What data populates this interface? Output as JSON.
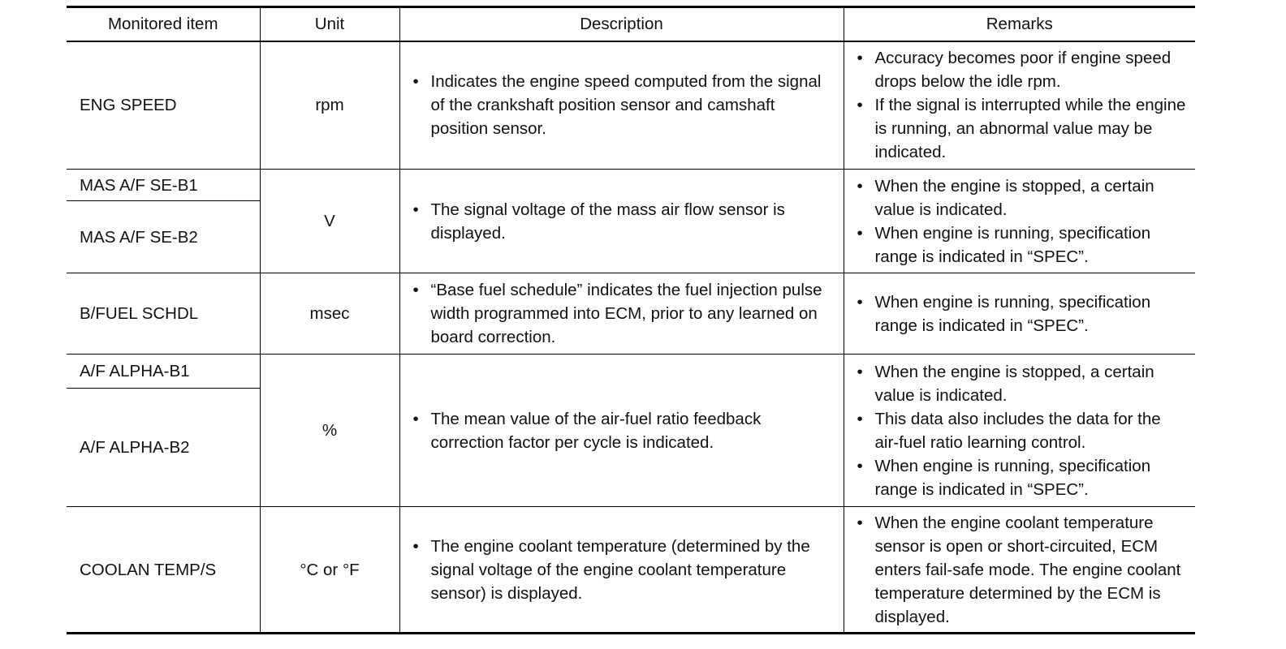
{
  "table": {
    "headers": [
      "Monitored item",
      "Unit",
      "Description",
      "Remarks"
    ],
    "rows": [
      {
        "items": [
          "ENG SPEED"
        ],
        "unit": "rpm",
        "description": [
          "Indicates the engine speed computed from the signal of the crankshaft position sensor and camshaft position sensor."
        ],
        "remarks": [
          "Accuracy becomes poor if engine speed drops below the idle rpm.",
          "If the signal is interrupted while the engine is running, an abnormal value may be indicated."
        ]
      },
      {
        "items": [
          "MAS A/F SE-B1",
          "MAS A/F SE-B2"
        ],
        "unit": "V",
        "description": [
          "The signal voltage of the mass air flow sensor is displayed."
        ],
        "remarks": [
          "When the engine is stopped, a certain value is indicated.",
          "When engine is running, specification range is indicated in “SPEC”."
        ]
      },
      {
        "items": [
          "B/FUEL SCHDL"
        ],
        "unit": "msec",
        "description": [
          "“Base fuel schedule” indicates the fuel injection pulse width programmed into ECM, prior to any learned on board correction."
        ],
        "remarks": [
          "When engine is running, specification range is indicated in “SPEC”."
        ]
      },
      {
        "items": [
          "A/F ALPHA-B1",
          "A/F ALPHA-B2"
        ],
        "unit": "%",
        "description": [
          "The mean value of the air-fuel ratio feedback correction factor per cycle is indicated."
        ],
        "remarks": [
          "When the engine is stopped, a certain value is indicated.",
          "This data also includes the data for the air-fuel ratio learning control.",
          "When engine is running, specification range is indicated in “SPEC”."
        ]
      },
      {
        "items": [
          "COOLAN TEMP/S"
        ],
        "unit": "°C or °F",
        "description": [
          "The engine coolant temperature (determined by the signal voltage of the engine coolant temperature sensor) is displayed."
        ],
        "remarks": [
          "When the engine coolant temperature sensor is open or short-circuited, ECM enters fail-safe mode. The engine coolant temperature determined by the ECM is displayed."
        ]
      }
    ]
  }
}
